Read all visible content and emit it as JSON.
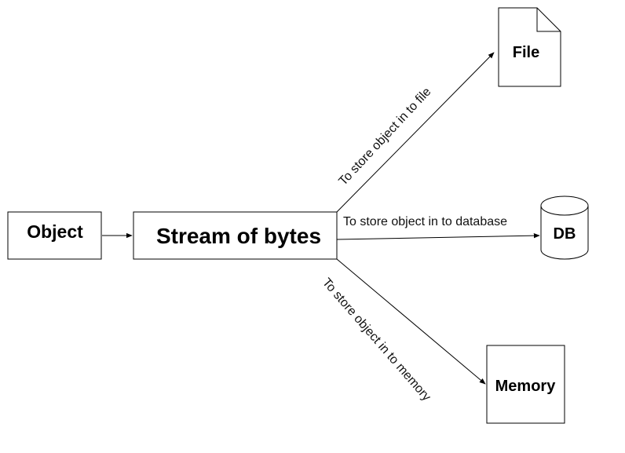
{
  "nodes": {
    "object": {
      "label": "Object"
    },
    "stream": {
      "label": "Stream of bytes"
    },
    "file": {
      "label": "File"
    },
    "db": {
      "label": "DB"
    },
    "memory": {
      "label": "Memory"
    }
  },
  "edges": {
    "to_file": {
      "label": "To store object in to file"
    },
    "to_database": {
      "label": "To store object in to database"
    },
    "to_memory": {
      "label": "To store object in to memory"
    }
  },
  "colors": {
    "stroke": "#000000",
    "fill": "#ffffff",
    "text": "#000000"
  }
}
